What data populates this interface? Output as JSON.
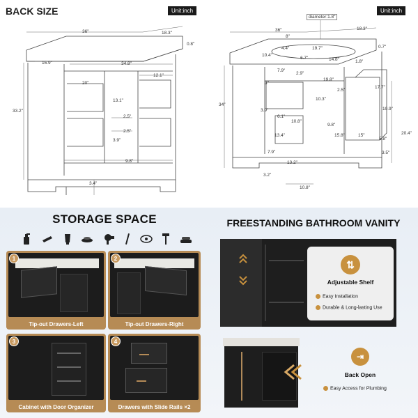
{
  "top": {
    "back_title": "BACK SIZE",
    "unit_left": "Unit:inch",
    "unit_right": "Unit:inch",
    "back_dims": {
      "width": "36\"",
      "depth": "18.3\"",
      "top": "0.8\"",
      "height": "33.2\"",
      "d1": "16.9\"",
      "d2": "34.8\"",
      "d3": "12.1\"",
      "d4": "20\"",
      "d5": "13.1\"",
      "d6": "2.5\"",
      "d7": "2.5\"",
      "d8": "3.9\"",
      "d9": "9.8\"",
      "d10": "3.4\""
    },
    "front_dims": {
      "diameter": "diameter:1.8\"",
      "width": "36\"",
      "depth": "18.3\"",
      "top": "0.7\"",
      "a": "8\"",
      "b": "4.4\"",
      "c": "19.7\"",
      "d": "10.4\"",
      "e": "6.7\"",
      "f": "2.9\"",
      "g": "14.8\"",
      "h": "1.8\"",
      "i": "7.9\"",
      "j": "19.8\"",
      "k": "17.7\"",
      "height": "34\"",
      "l": "3\"",
      "m": "2.5\"",
      "n": "10.3\"",
      "o": "10.9\"",
      "p": "3.9\"",
      "q": "6.1\"",
      "r": "10.8\"",
      "s": "9.8\"",
      "t": "20.4\"",
      "u": "13.4\"",
      "v": "15.8\"",
      "w": "15\"",
      "x": "5.8\"",
      "y": "7.9\"",
      "z": "13.2\"",
      "aa": "3.5\"",
      "bb": "3.2\"",
      "cc": "10.8\""
    }
  },
  "storage": {
    "title": "STORAGE SPACE",
    "cards": [
      {
        "num": "1",
        "caption": "Tip-out Drawers-Left"
      },
      {
        "num": "2",
        "caption": "Tip-out Drawers-Right"
      },
      {
        "num": "3",
        "caption": "Cabinet with Door Organizer"
      },
      {
        "num": "4",
        "caption": "Drawers with Slide Rails ×2"
      }
    ]
  },
  "vanity": {
    "title": "FREESTANDING BATHROOM VANITY",
    "shelf_title": "Adjustable Shelf",
    "shelf_features": [
      "Easy Installation",
      "Durable & Long-lasting Use"
    ],
    "back_title": "Back Open",
    "back_features": [
      "Easy Access for Plumbing"
    ]
  },
  "colors": {
    "accent": "#c8913e",
    "card": "#b68b55",
    "cabinet": "#1c1c1c",
    "background": "#eef2f7"
  }
}
